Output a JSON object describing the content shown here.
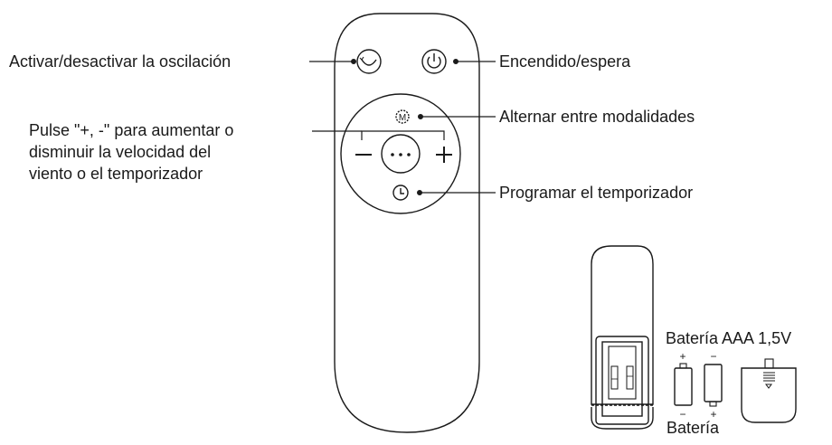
{
  "labels": {
    "oscillation": "Activar/desactivar la oscilación",
    "power": "Encendido/espera",
    "mode": "Alternar entre modalidades",
    "speed_line1": "Pulse \"+, -\" para aumentar o",
    "speed_line2": "disminuir la velocidad del",
    "speed_line3": "viento o el temporizador",
    "timer": "Programar el temporizador",
    "battery_title": "Batería AAA 1,5V",
    "battery_bottom": "Batería"
  },
  "remote": {
    "mode_letter": "M",
    "dots": "···",
    "minus": "−",
    "plus": "+"
  },
  "battery": {
    "plus": "+",
    "minus": "−"
  },
  "icons": [
    "oscillation-icon",
    "power-icon",
    "mode-icon",
    "timer-icon"
  ]
}
